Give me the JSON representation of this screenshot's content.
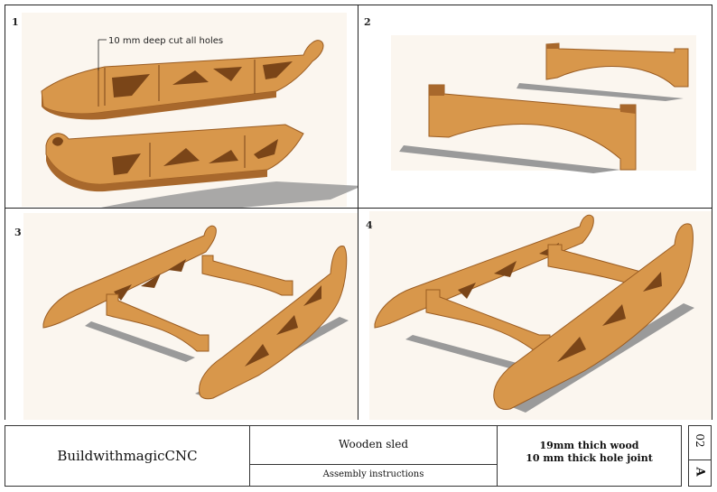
{
  "panels": [
    {
      "number": "1",
      "annotation": "10 mm deep cut all holes"
    },
    {
      "number": "2"
    },
    {
      "number": "3"
    },
    {
      "number": "4"
    }
  ],
  "title_block": {
    "author": "BuildwithmagicCNC",
    "project": "Wooden sled",
    "sheet_title": "Assembly instructions",
    "spec_line_1": "19mm thich wood",
    "spec_line_2": "10 mm thick hole joint",
    "sheet_number": "02",
    "sheet_size": "A"
  },
  "colors": {
    "wood_light": "#e0a25a",
    "wood_mid": "#c98638",
    "wood_dark": "#9a5c22",
    "shadow": "#9a9a9a",
    "panel_bg": "#fbf6ef"
  }
}
